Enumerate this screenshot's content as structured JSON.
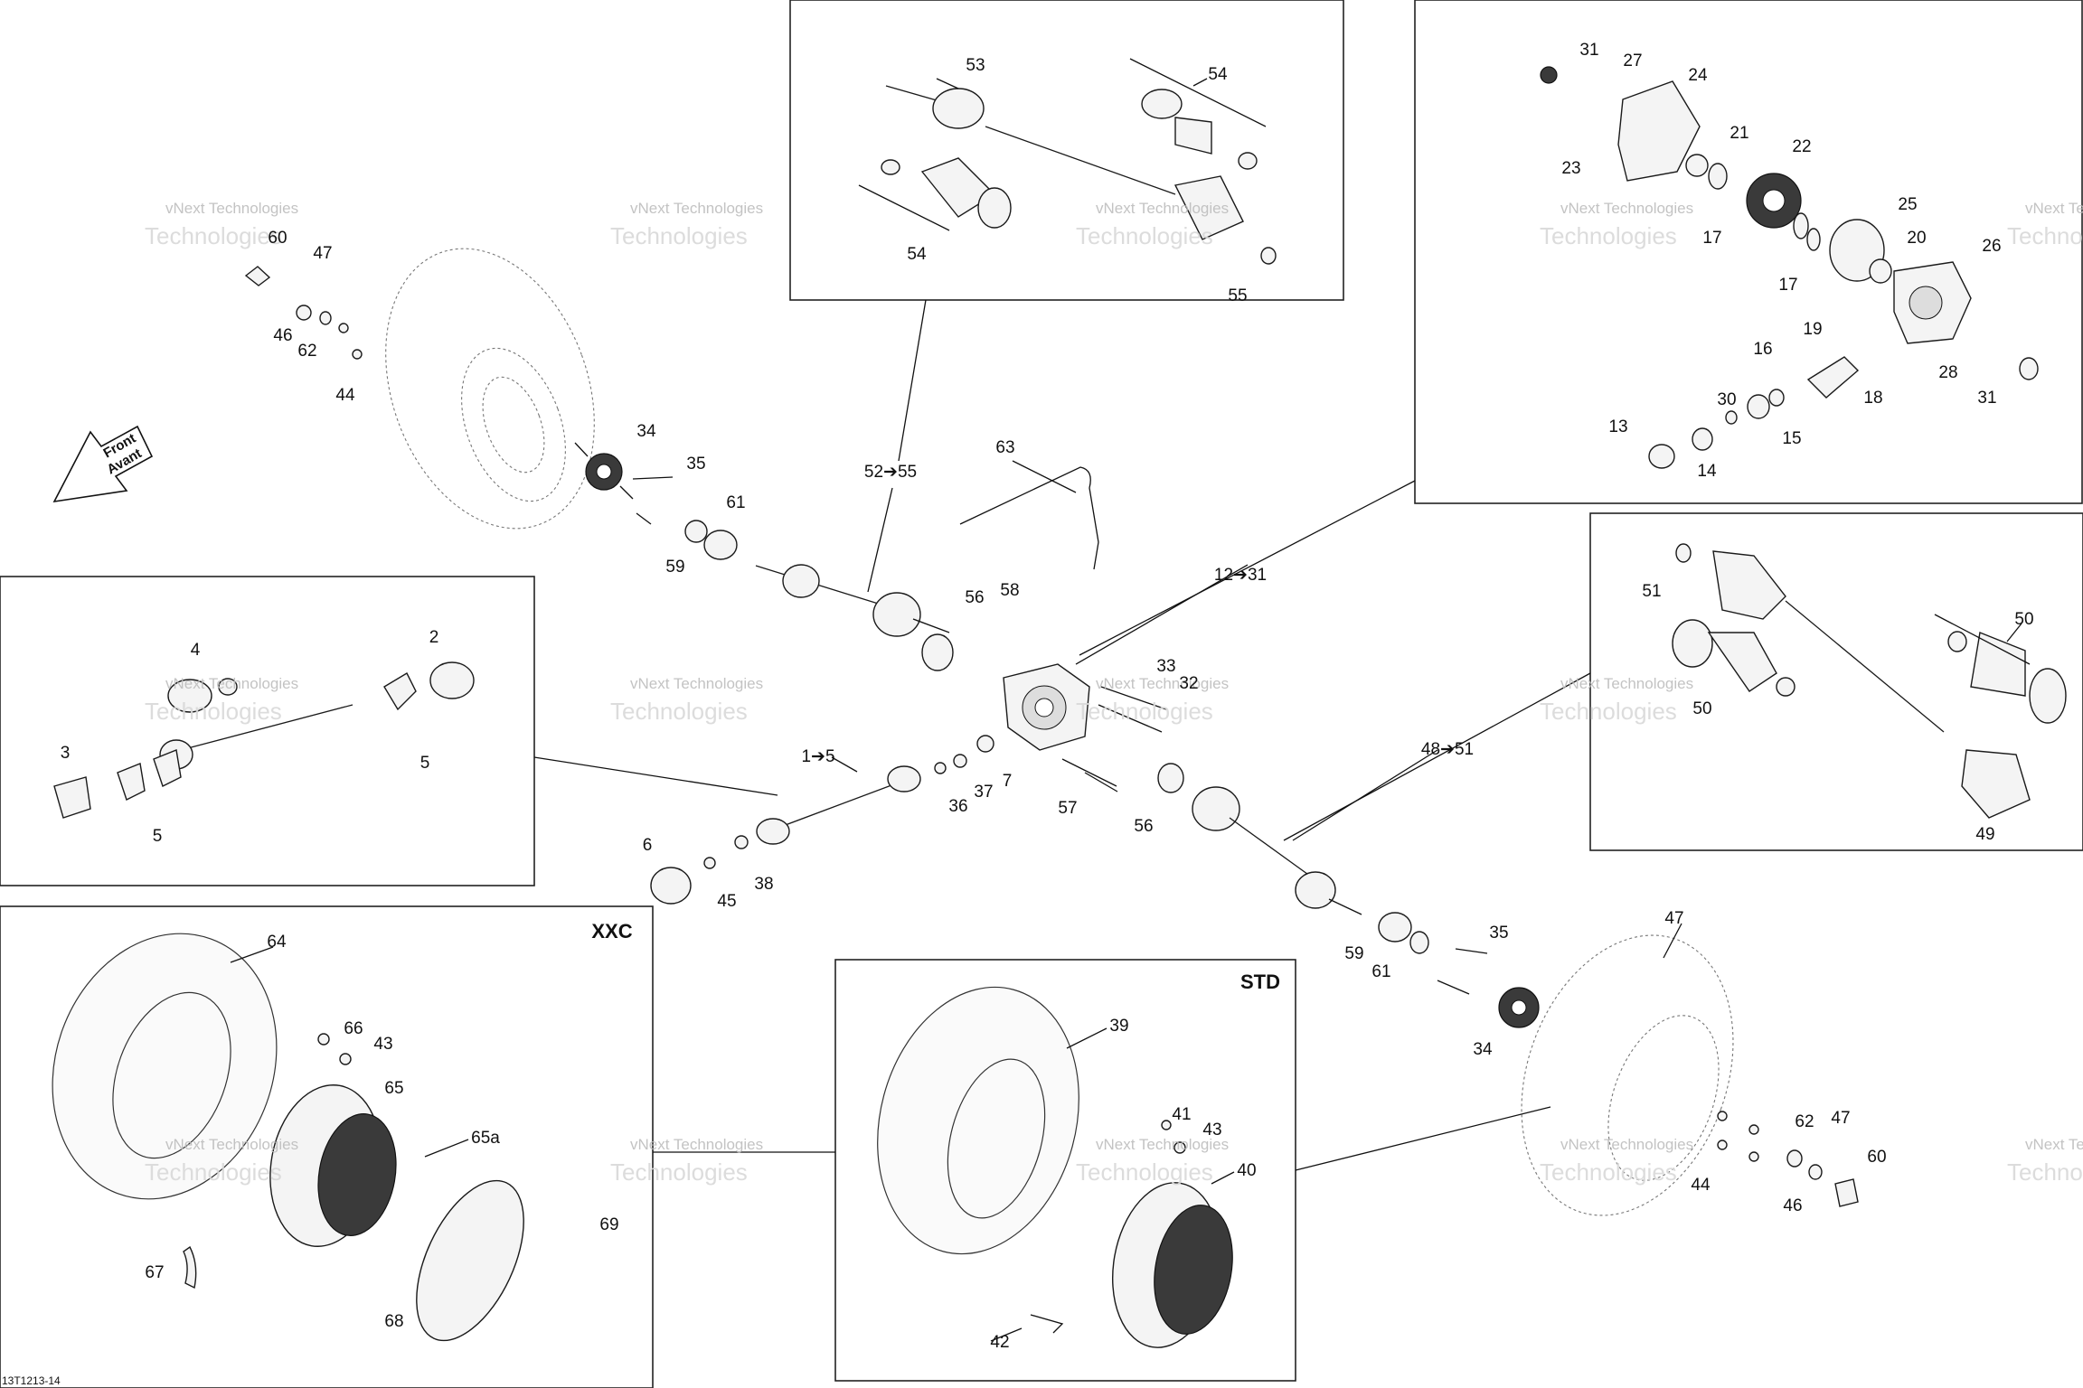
{
  "watermark": {
    "line1": "vNext Technologies",
    "line2": "Technologies"
  },
  "box_tags": {
    "xxc": "XXC",
    "std": "STD"
  },
  "front_arrow": {
    "front": "Front",
    "avant": "Avant"
  },
  "drawing_code": "13T1213-14",
  "callouts": {
    "c1_5": "1➔5",
    "c2": "2",
    "c3": "3",
    "c4": "4",
    "c5a": "5",
    "c5b": "5",
    "c6": "6",
    "c7": "7",
    "c12_31": "12➔31",
    "c13": "13",
    "c14": "14",
    "c15": "15",
    "c16": "16",
    "c17a": "17",
    "c17b": "17",
    "c18": "18",
    "c19": "19",
    "c20": "20",
    "c21": "21",
    "c22": "22",
    "c23": "23",
    "c24": "24",
    "c25": "25",
    "c26": "26",
    "c27": "27",
    "c28": "28",
    "c30": "30",
    "c31a": "31",
    "c31b": "31",
    "c32": "32",
    "c33": "33",
    "c34a": "34",
    "c34b": "34",
    "c35a": "35",
    "c35b": "35",
    "c36": "36",
    "c37": "37",
    "c38": "38",
    "c39": "39",
    "c40": "40",
    "c41": "41",
    "c42": "42",
    "c43a": "43",
    "c43b": "43",
    "c44a": "44",
    "c44b": "44",
    "c45": "45",
    "c46a": "46",
    "c46b": "46",
    "c47a": "47",
    "c47b": "47",
    "c47c": "47",
    "c48_51": "48➔51",
    "c49": "49",
    "c50a": "50",
    "c50b": "50",
    "c51": "51",
    "c52_55": "52➔55",
    "c53": "53",
    "c54a": "54",
    "c54b": "54",
    "c55": "55",
    "c56a": "56",
    "c56b": "56",
    "c57": "57",
    "c58": "58",
    "c59a": "59",
    "c59b": "59",
    "c60a": "60",
    "c60b": "60",
    "c61a": "61",
    "c61b": "61",
    "c62a": "62",
    "c62b": "62",
    "c63": "63",
    "c64": "64",
    "c65": "65",
    "c65a": "65a",
    "c66": "66",
    "c67": "67",
    "c68": "68",
    "c69": "69"
  }
}
